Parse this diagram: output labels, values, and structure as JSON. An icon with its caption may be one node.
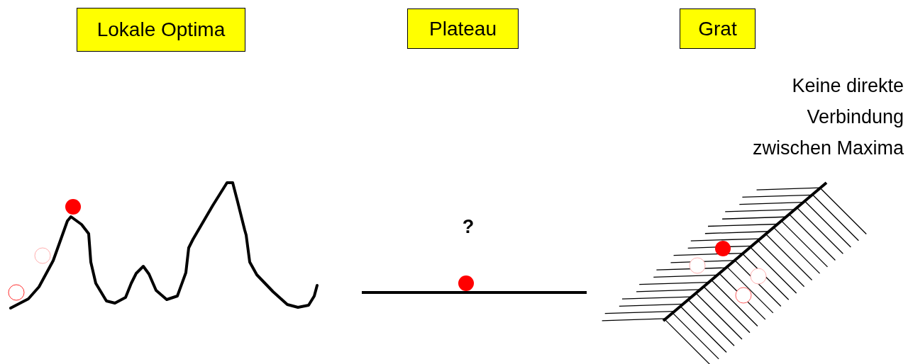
{
  "diagram": {
    "nodes": [
      {
        "text": [
          "Lokale Optima"
        ]
      },
      {
        "text": [
          "Plateau"
        ]
      },
      {
        "text": [
          "Grat"
        ]
      }
    ],
    "labels": [
      "Keine direkte Verbindung zwischen Maxima",
      "?"
    ]
  }
}
